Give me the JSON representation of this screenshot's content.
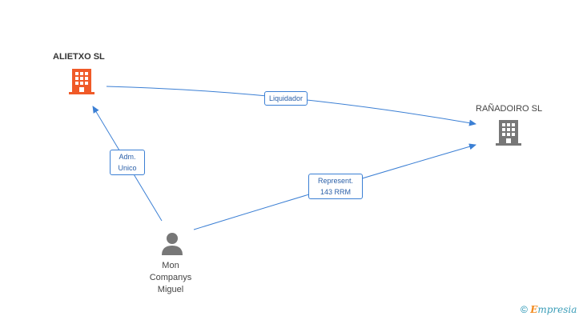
{
  "nodes": {
    "alietxo": {
      "name": "ALIETXO SL",
      "icon": "building-icon",
      "color": "#f05a28"
    },
    "ranadoiro": {
      "name": "RAÑADOIRO SL",
      "icon": "building-icon",
      "color": "#777777"
    },
    "person": {
      "line1": "Mon",
      "line2": "Companys",
      "line3": "Miguel",
      "icon": "person-icon",
      "color": "#777777"
    }
  },
  "edges": {
    "liquidador": {
      "label": "Liquidador"
    },
    "adm": {
      "line1": "Adm.",
      "line2": "Unico"
    },
    "represent": {
      "line1": "Represent.",
      "line2": "143 RRM"
    }
  },
  "colors": {
    "edge": "#3b7fd4"
  },
  "footer": {
    "copyright": "©",
    "brand_first": "E",
    "brand_rest": "mpresia"
  }
}
